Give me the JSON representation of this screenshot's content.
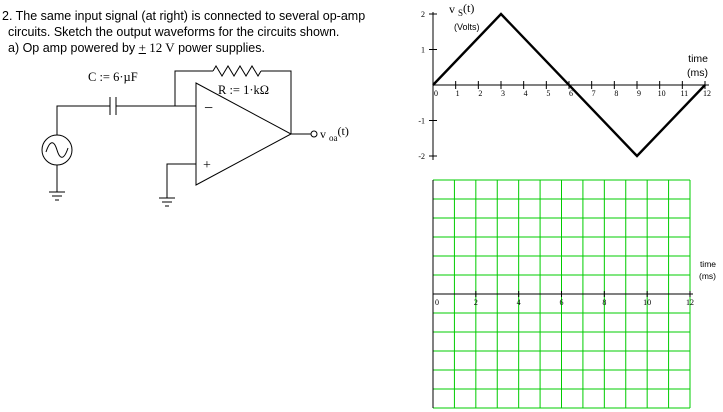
{
  "problem": {
    "line1": "2. The same input signal (at right) is connected to several op-amp",
    "line2": "circuits.  Sketch the output waveforms for the circuits shown.",
    "line3_prefix": "a) Op amp powered by ",
    "line3_pm": "+",
    "line3_value": " 12 V",
    "line3_suffix": " power supplies."
  },
  "circuit": {
    "capacitor_label": "C := 6·µF",
    "resistor_label": "R := 1·kΩ",
    "output_v": "v",
    "output_sub": "oa",
    "output_arg": "(t)",
    "minus_sign": "−",
    "plus_sign": "+"
  },
  "input_chart": {
    "ylabel_v": "v",
    "ylabel_sub": "S",
    "ylabel_arg": "(t)",
    "ylabel_unit": "(Volts)",
    "xlabel": "time",
    "xlabel_unit": "(ms)",
    "y_ticks": [
      "2",
      "1",
      "-1",
      "-2"
    ],
    "x_ticks": [
      "0",
      "1",
      "2",
      "3",
      "4",
      "5",
      "6",
      "7",
      "8",
      "9",
      "10",
      "11",
      "12"
    ]
  },
  "output_grid": {
    "xlabel": "time",
    "xlabel_unit": "(ms)",
    "x_ticks": [
      "0",
      "2",
      "4",
      "6",
      "8",
      "10",
      "12"
    ],
    "grid_color": "#00cc00"
  },
  "chart_data": {
    "type": "line",
    "x": [
      0,
      3,
      9,
      12
    ],
    "y": [
      0,
      2,
      -2,
      0
    ],
    "xlabel": "time (ms)",
    "ylabel": "vS(t) (Volts)",
    "xlim": [
      0,
      12
    ],
    "ylim": [
      -2,
      2
    ]
  }
}
